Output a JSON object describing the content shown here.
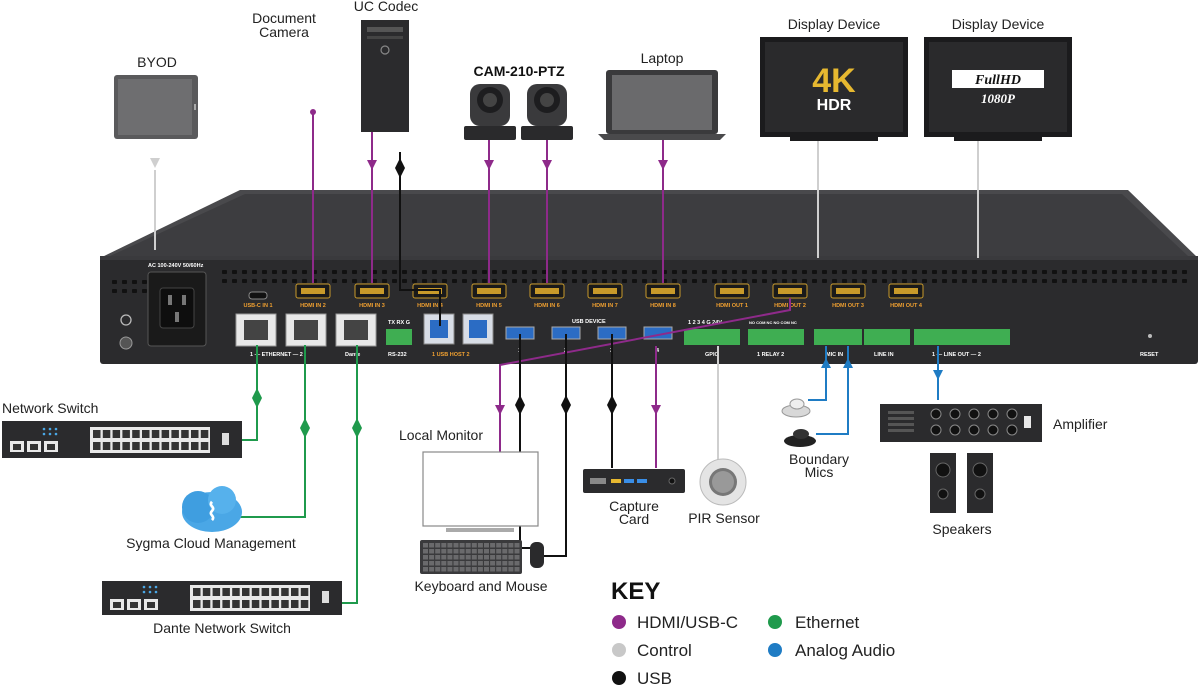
{
  "devices": {
    "byod": "BYOD",
    "doc_camera": [
      "Document",
      "Camera"
    ],
    "uc_codec": "UC Codec",
    "cameras": "CAM-210-PTZ",
    "laptop": "Laptop",
    "display1": "Display Device",
    "display2": "Display Device",
    "network_switch": "Network Switch",
    "sygma": "Sygma Cloud Management",
    "dante_switch": "Dante Network Switch",
    "local_monitor": "Local Monitor",
    "keyboard": "Keyboard and Mouse",
    "capture_card": [
      "Capture",
      "Card"
    ],
    "pir": "PIR Sensor",
    "boundary_mics": [
      "Boundary",
      "Mics"
    ],
    "amplifier": "Amplifier",
    "speakers": "Speakers"
  },
  "display_badges": {
    "d1_big": "4K",
    "d1_small": "HDR",
    "d2_top": "FullHD",
    "d2_bottom": "1080P"
  },
  "panel": {
    "power_label": "AC 100-240V 50/60Hz",
    "top_ports": [
      "USB-C IN 1",
      "HDMI IN 2",
      "HDMI IN 3",
      "HDMI IN 4",
      "HDMI IN 5",
      "HDMI IN 6",
      "HDMI IN 7",
      "HDMI IN 8",
      "HDMI OUT 1",
      "HDMI OUT 2",
      "HDMI OUT 3",
      "HDMI OUT 4"
    ],
    "ethernet": "1 — ETHERNET — 2",
    "dante": "Dante",
    "rs232": "RS-232",
    "rs232_pins": "TX  RX  G",
    "usb_host": "1   USB HOST   2",
    "usb_device": "USB DEVICE",
    "usb_device_nums": [
      "1",
      "2",
      "3",
      "4"
    ],
    "gpio": "GPIO",
    "gpio_pins": "1  2  3  4  G 24V",
    "relay": "1  RELAY  2",
    "relay_pins": "NO COM NC  NO COM NC",
    "mic_in": "MIC IN",
    "line_in": "LINE IN",
    "line_out": "1 — LINE OUT — 2",
    "reset": "RESET"
  },
  "key": {
    "title": "KEY",
    "items": [
      {
        "label": "HDMI/USB-C",
        "color": "#8e2a8a"
      },
      {
        "label": "Ethernet",
        "color": "#1f9a4c"
      },
      {
        "label": "Control",
        "color": "#c8c8c8"
      },
      {
        "label": "Analog Audio",
        "color": "#1f7cc4"
      },
      {
        "label": "USB",
        "color": "#111111"
      }
    ]
  },
  "colors": {
    "hdmi": "#8e2a8a",
    "ethernet": "#1f9a4c",
    "control": "#c8c8c8",
    "audio": "#1f7cc4",
    "usb": "#111111",
    "chassis": "#2e2e30",
    "chassis_top": "#454548"
  }
}
